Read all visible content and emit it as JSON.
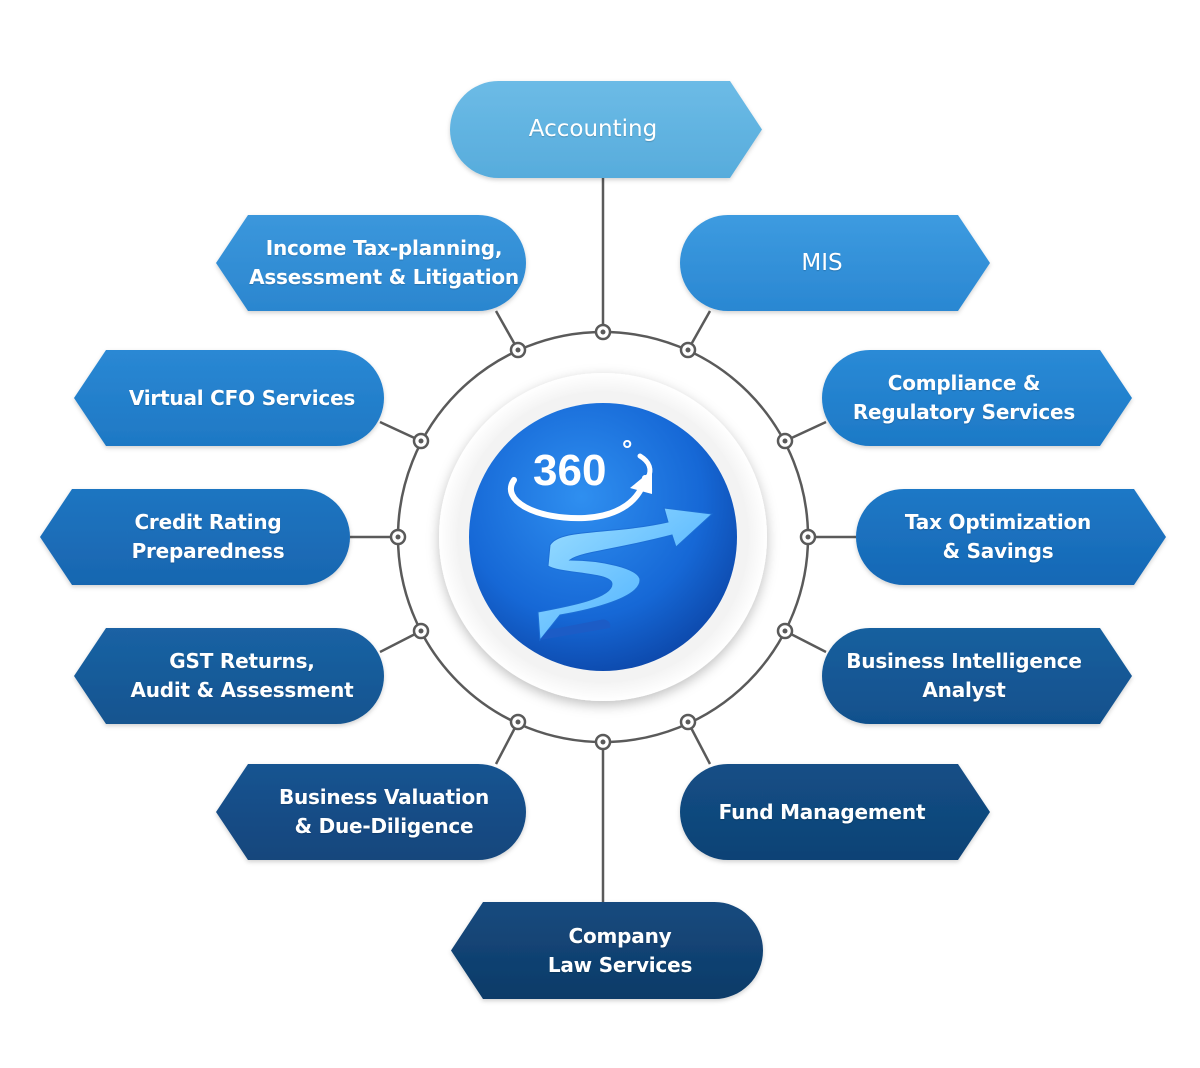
{
  "hub": {
    "icon": "360-growth-spiral-icon",
    "number": "360",
    "degree_symbol": "°"
  },
  "services": [
    {
      "id": "accounting",
      "lines": [
        "Accounting"
      ],
      "color_top": "#6cbbe6",
      "color_bottom": "#57acdc"
    },
    {
      "id": "mis",
      "lines": [
        "MIS"
      ],
      "color_top": "#3d9be0",
      "color_bottom": "#2a87d2"
    },
    {
      "id": "compliance",
      "lines": [
        "Compliance &",
        "Regulatory Services"
      ],
      "color_top": "#2a8ad6",
      "color_bottom": "#1d79c6"
    },
    {
      "id": "tax-optimization",
      "lines": [
        "Tax Optimization",
        "& Savings"
      ],
      "color_top": "#1e78c6",
      "color_bottom": "#1668b5"
    },
    {
      "id": "business-intelligence",
      "lines": [
        "Business Intelligence",
        "Analyst"
      ],
      "color_top": "#17609f",
      "color_bottom": "#11508c"
    },
    {
      "id": "fund-management",
      "lines": [
        "Fund Management"
      ],
      "color_top": "#134f86",
      "color_bottom": "#0f4275"
    },
    {
      "id": "company-law",
      "lines": [
        "Company",
        "Law Services"
      ],
      "color_top": "#154a7e",
      "color_bottom": "#0e3b68"
    },
    {
      "id": "business-valuation",
      "lines": [
        "Business Valuation",
        "& Due-Diligence"
      ],
      "color_top": "#185491",
      "color_bottom": "#12467c"
    },
    {
      "id": "gst-returns",
      "lines": [
        "GST Returns,",
        "Audit & Assessment"
      ],
      "color_top": "#1a62a4",
      "color_bottom": "#15548f"
    },
    {
      "id": "credit-rating",
      "lines": [
        "Credit Rating",
        "Preparedness"
      ],
      "color_top": "#1f75c1",
      "color_bottom": "#1866b0"
    },
    {
      "id": "virtual-cfo",
      "lines": [
        "Virtual CFO Services"
      ],
      "color_top": "#2a88d4",
      "color_bottom": "#1e78c4"
    },
    {
      "id": "income-tax",
      "lines": [
        "Income Tax-planning,",
        "Assessment & Litigation"
      ],
      "color_top": "#3b97dc",
      "color_bottom": "#2b86cf"
    }
  ]
}
